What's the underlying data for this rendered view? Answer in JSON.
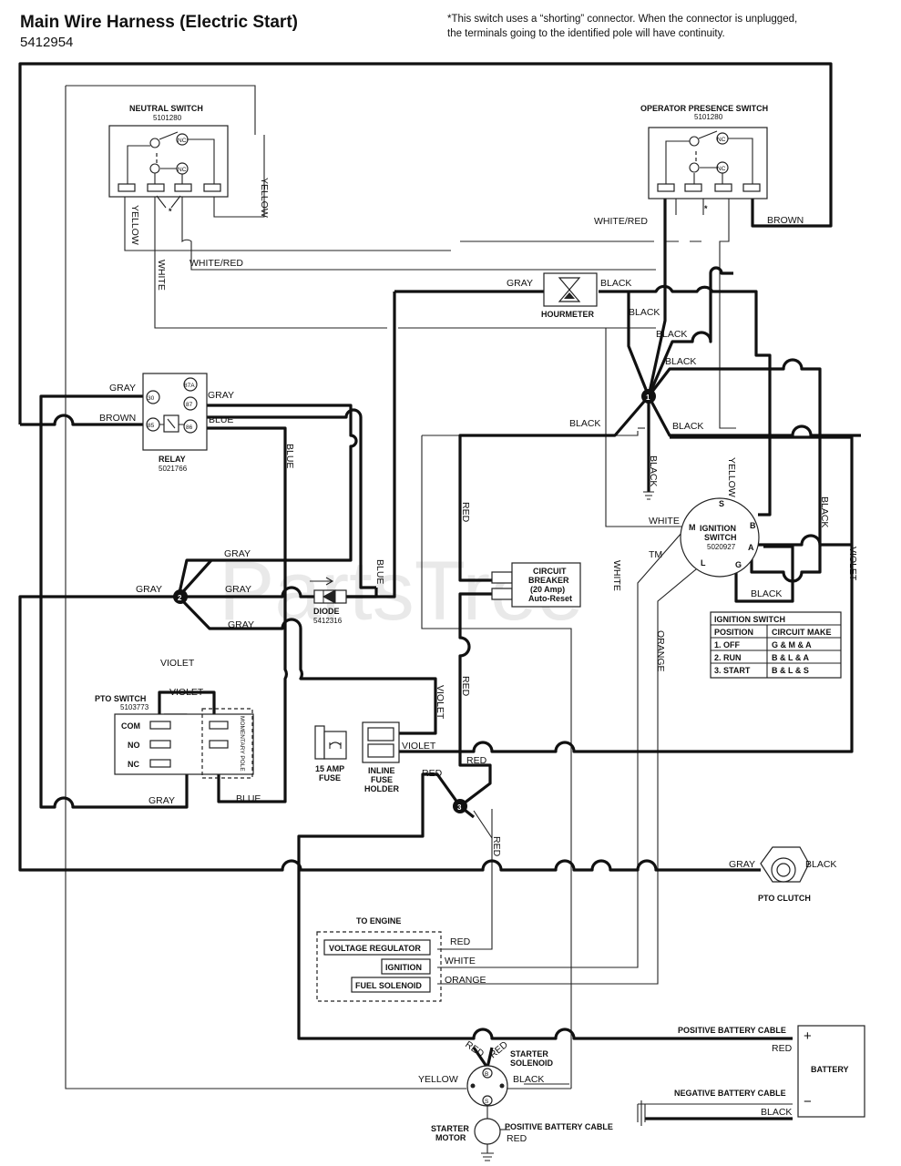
{
  "header": {
    "title": "Main Wire Harness (Electric Start)",
    "part_number": "5412954",
    "note_line1": "*This switch uses a “shorting” connector. When the connector is unplugged,",
    "note_line2": "the terminals going to the identified pole will have continuity."
  },
  "watermark": {
    "text": "PartsTree",
    "tm": "TM"
  },
  "components": {
    "neutral_switch": {
      "name": "NEUTRAL SWITCH",
      "part": "5101280",
      "contact": "NC"
    },
    "operator_switch": {
      "name": "OPERATOR PRESENCE SWITCH",
      "part": "5101280",
      "contact": "NC"
    },
    "hourmeter": {
      "name": "HOURMETER"
    },
    "relay": {
      "name": "RELAY",
      "part": "5021766",
      "pins": [
        "30",
        "87A",
        "87",
        "85",
        "86"
      ]
    },
    "diode": {
      "name": "DIODE",
      "part": "5412316"
    },
    "circuit_breaker": {
      "line1": "CIRCUIT",
      "line2": "BREAKER",
      "line3": "(20 Amp)",
      "line4": "Auto-Reset"
    },
    "ignition_switch": {
      "line1": "IGNITION",
      "line2": "SWITCH",
      "part": "5020927",
      "terminals": [
        "S",
        "M",
        "B",
        "A",
        "L",
        "G"
      ]
    },
    "pto_switch": {
      "name": "PTO SWITCH",
      "part": "5103773",
      "positions": [
        "COM",
        "NO",
        "NC"
      ],
      "momentary": "MOMENTARY POLE"
    },
    "fuse_15": {
      "line1": "15 AMP",
      "line2": "FUSE"
    },
    "inline_fuse": {
      "line1": "INLINE",
      "line2": "FUSE",
      "line3": "HOLDER"
    },
    "pto_clutch": {
      "name": "PTO CLUTCH"
    },
    "engine": {
      "title": "TO ENGINE",
      "items": [
        "VOLTAGE REGULATOR",
        "IGNITION",
        "FUEL SOLENOID"
      ]
    },
    "starter_solenoid": {
      "line1": "STARTER",
      "line2": "SOLENOID",
      "b": "B"
    },
    "starter_motor": {
      "line1": "STARTER",
      "line2": "MOTOR",
      "s": "S"
    },
    "battery": {
      "name": "BATTERY",
      "plus": "+",
      "minus": "−"
    }
  },
  "splices": [
    "1",
    "2",
    "3"
  ],
  "asterisk": "*",
  "ignition_table": {
    "title": "IGNITION SWITCH",
    "headers": [
      "POSITION",
      "CIRCUIT MAKE"
    ],
    "rows": [
      [
        "1. OFF",
        "G & M & A"
      ],
      [
        "2. RUN",
        "B & L & A"
      ],
      [
        "3. START",
        "B & L & S"
      ]
    ]
  },
  "wire_labels": {
    "yellow": "YELLOW",
    "white": "WHITE",
    "white_red": "WHITE/RED",
    "brown": "BROWN",
    "gray": "GRAY",
    "black": "BLACK",
    "blue": "BLUE",
    "red": "RED",
    "violet": "VIOLET",
    "orange": "ORANGE"
  },
  "battery_cables": {
    "positive": "POSITIVE BATTERY CABLE",
    "negative": "NEGATIVE BATTERY CABLE"
  }
}
